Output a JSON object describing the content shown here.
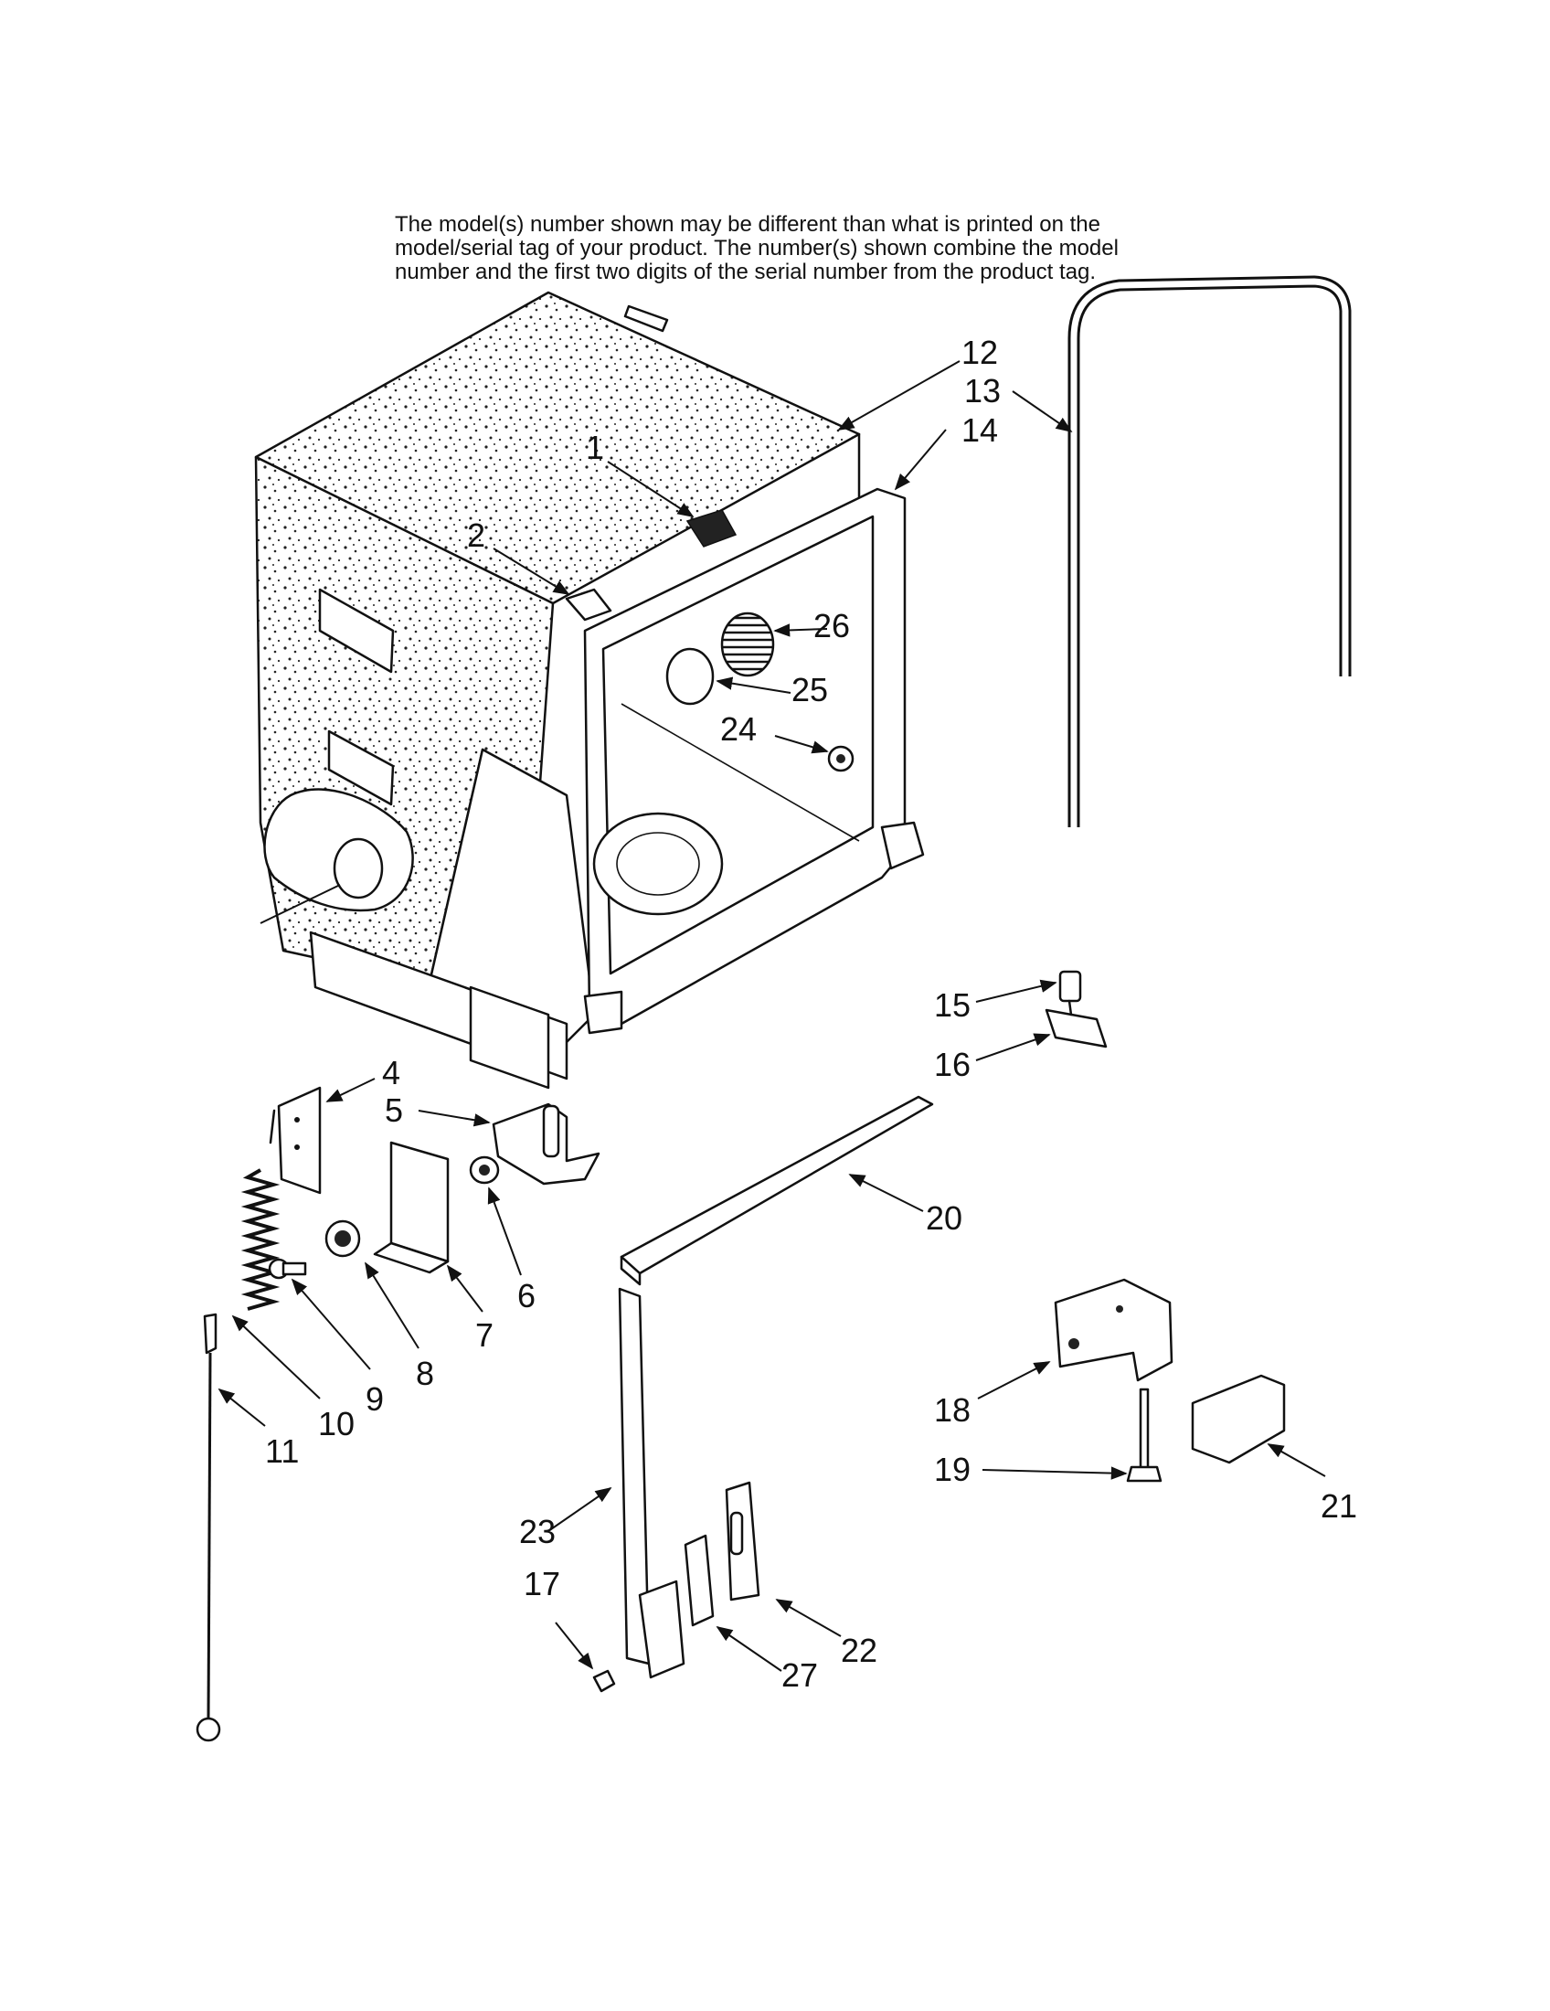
{
  "note": {
    "lines": [
      "The model(s) number shown may be different than what is printed on the",
      "model/serial tag of your product. The number(s) shown combine the model",
      "number and the first two digits of the serial number from the product tag."
    ]
  },
  "callouts": [
    "1",
    "2",
    "4",
    "5",
    "6",
    "7",
    "8",
    "9",
    "10",
    "11",
    "12",
    "13",
    "14",
    "15",
    "16",
    "17",
    "18",
    "19",
    "20",
    "21",
    "22",
    "23",
    "24",
    "25",
    "26",
    "27"
  ]
}
